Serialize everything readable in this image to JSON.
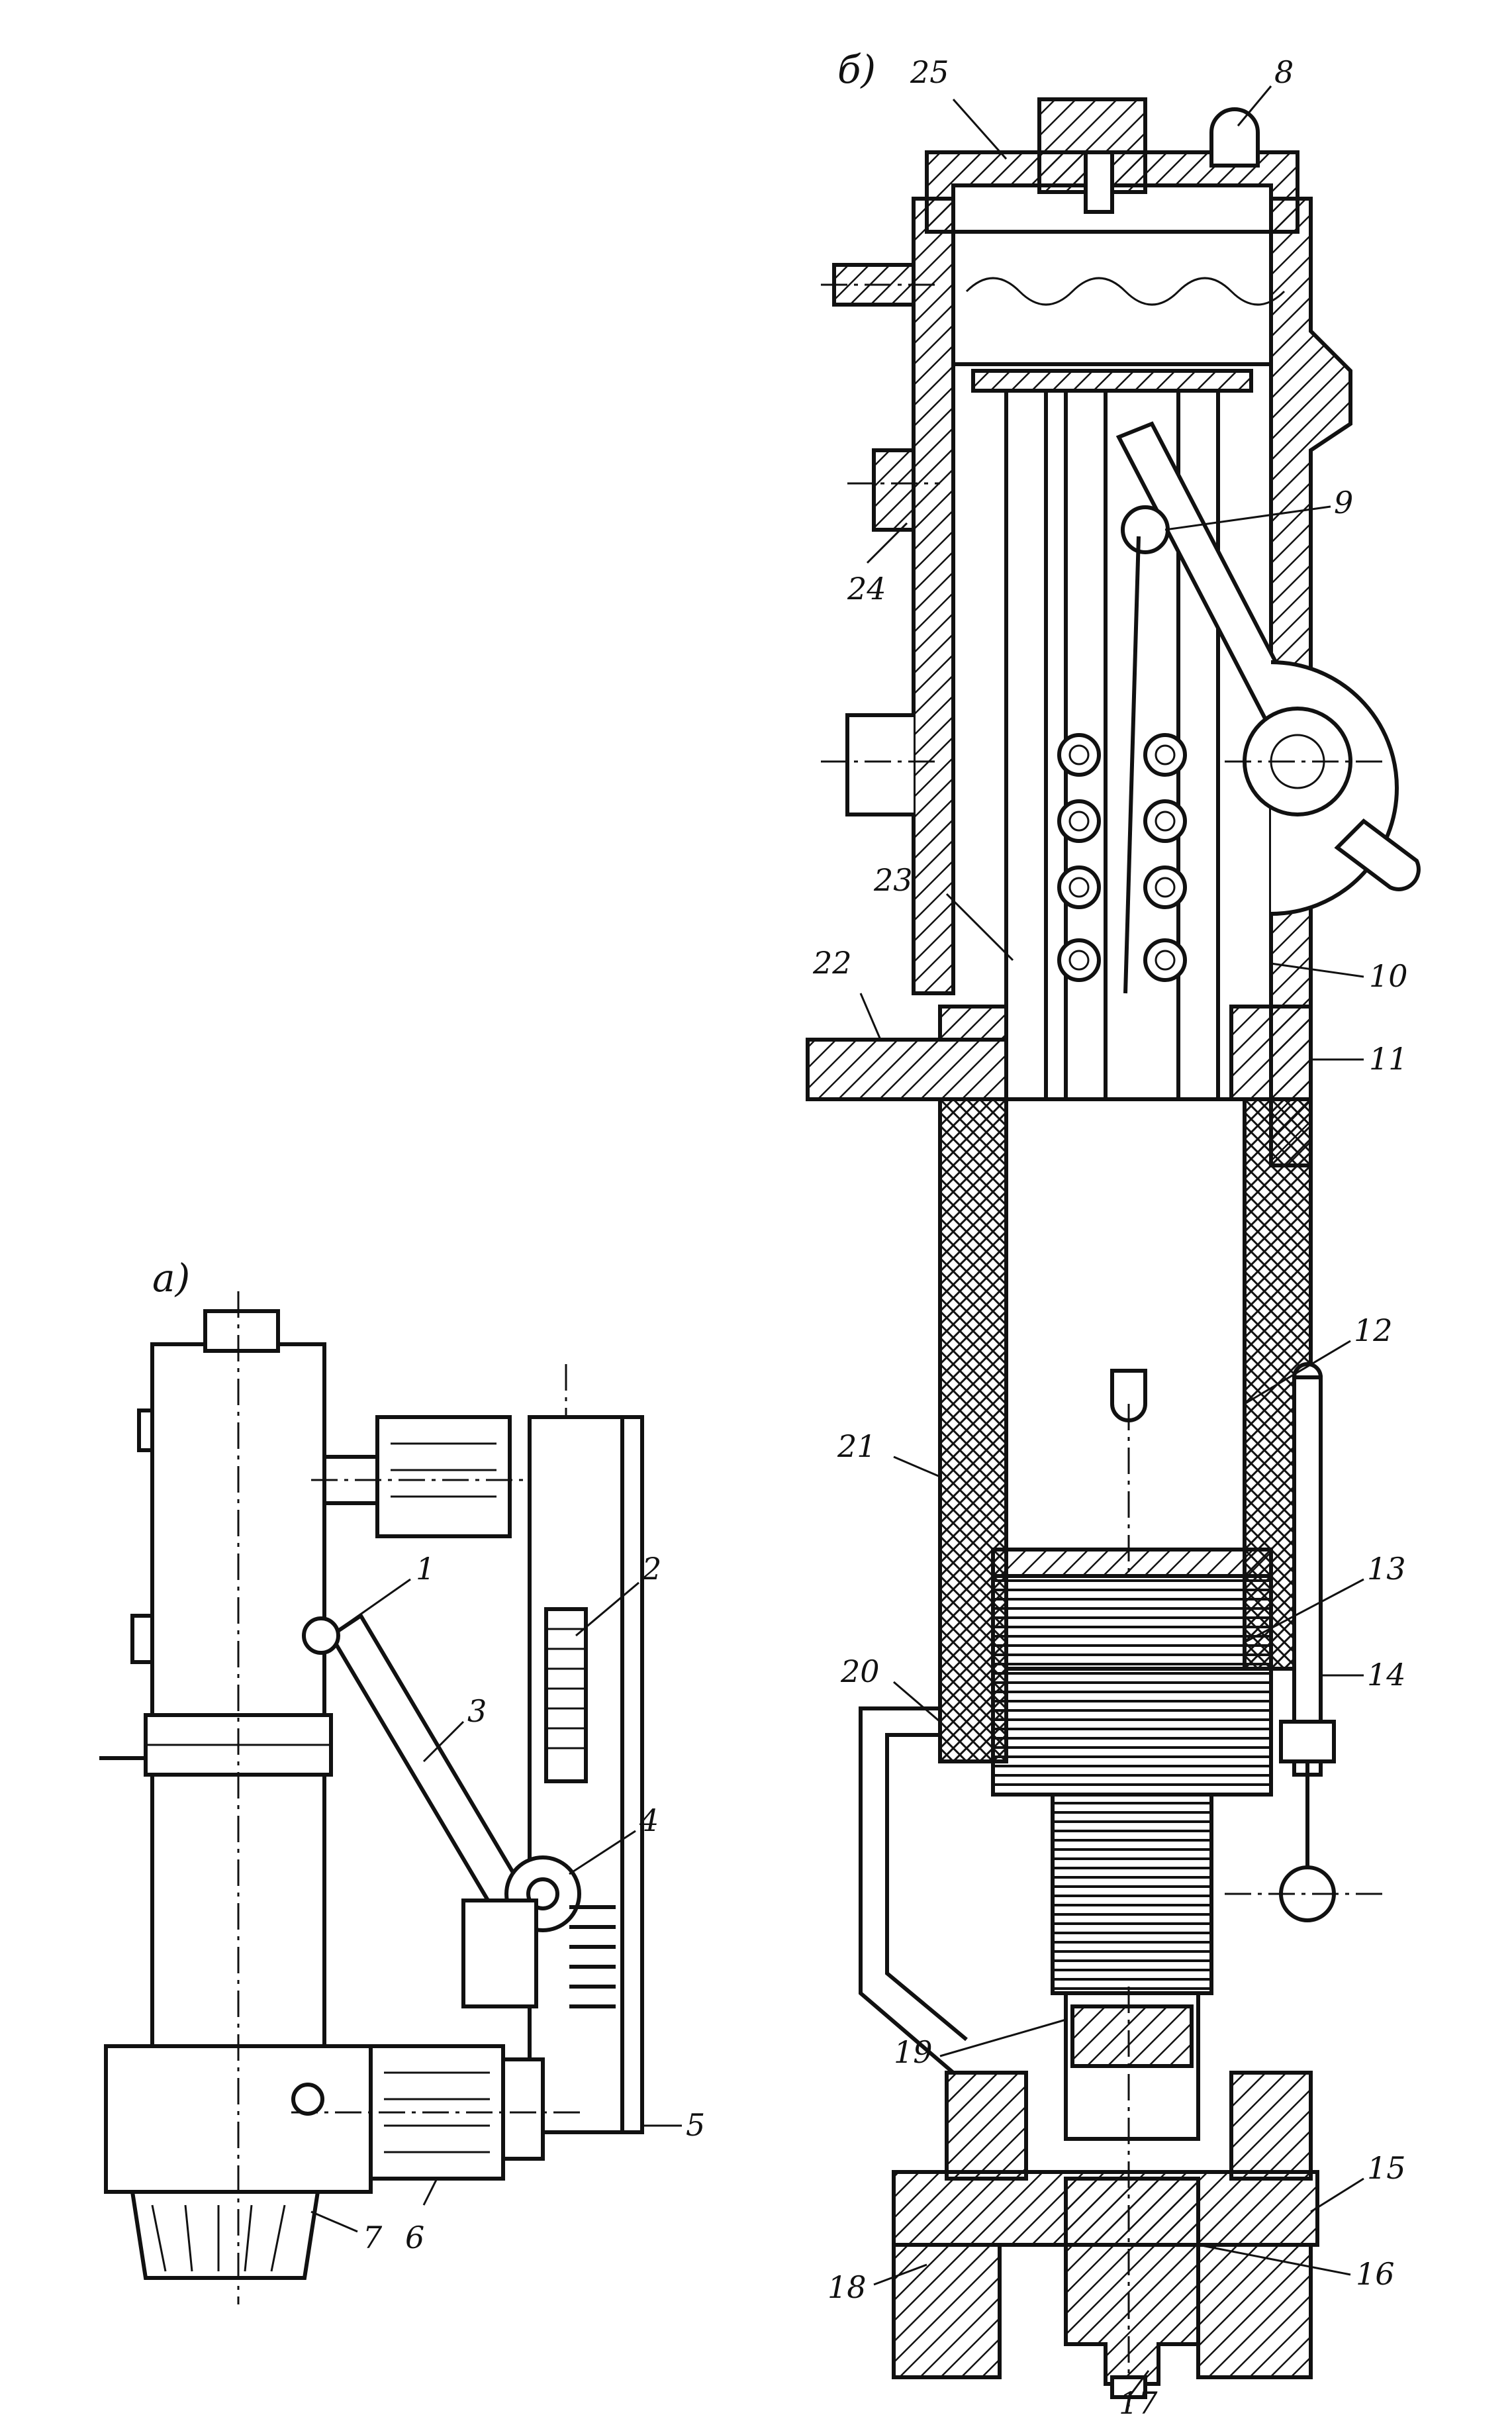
{
  "figure": {
    "view_a_label": "а)",
    "view_b_label": "б)",
    "callouts_a": [
      "1",
      "2",
      "3",
      "4",
      "5",
      "6",
      "7"
    ],
    "callouts_b": [
      "8",
      "9",
      "10",
      "11",
      "12",
      "13",
      "14",
      "15",
      "16",
      "17",
      "18",
      "19",
      "20",
      "21",
      "22",
      "23",
      "24",
      "25"
    ]
  }
}
